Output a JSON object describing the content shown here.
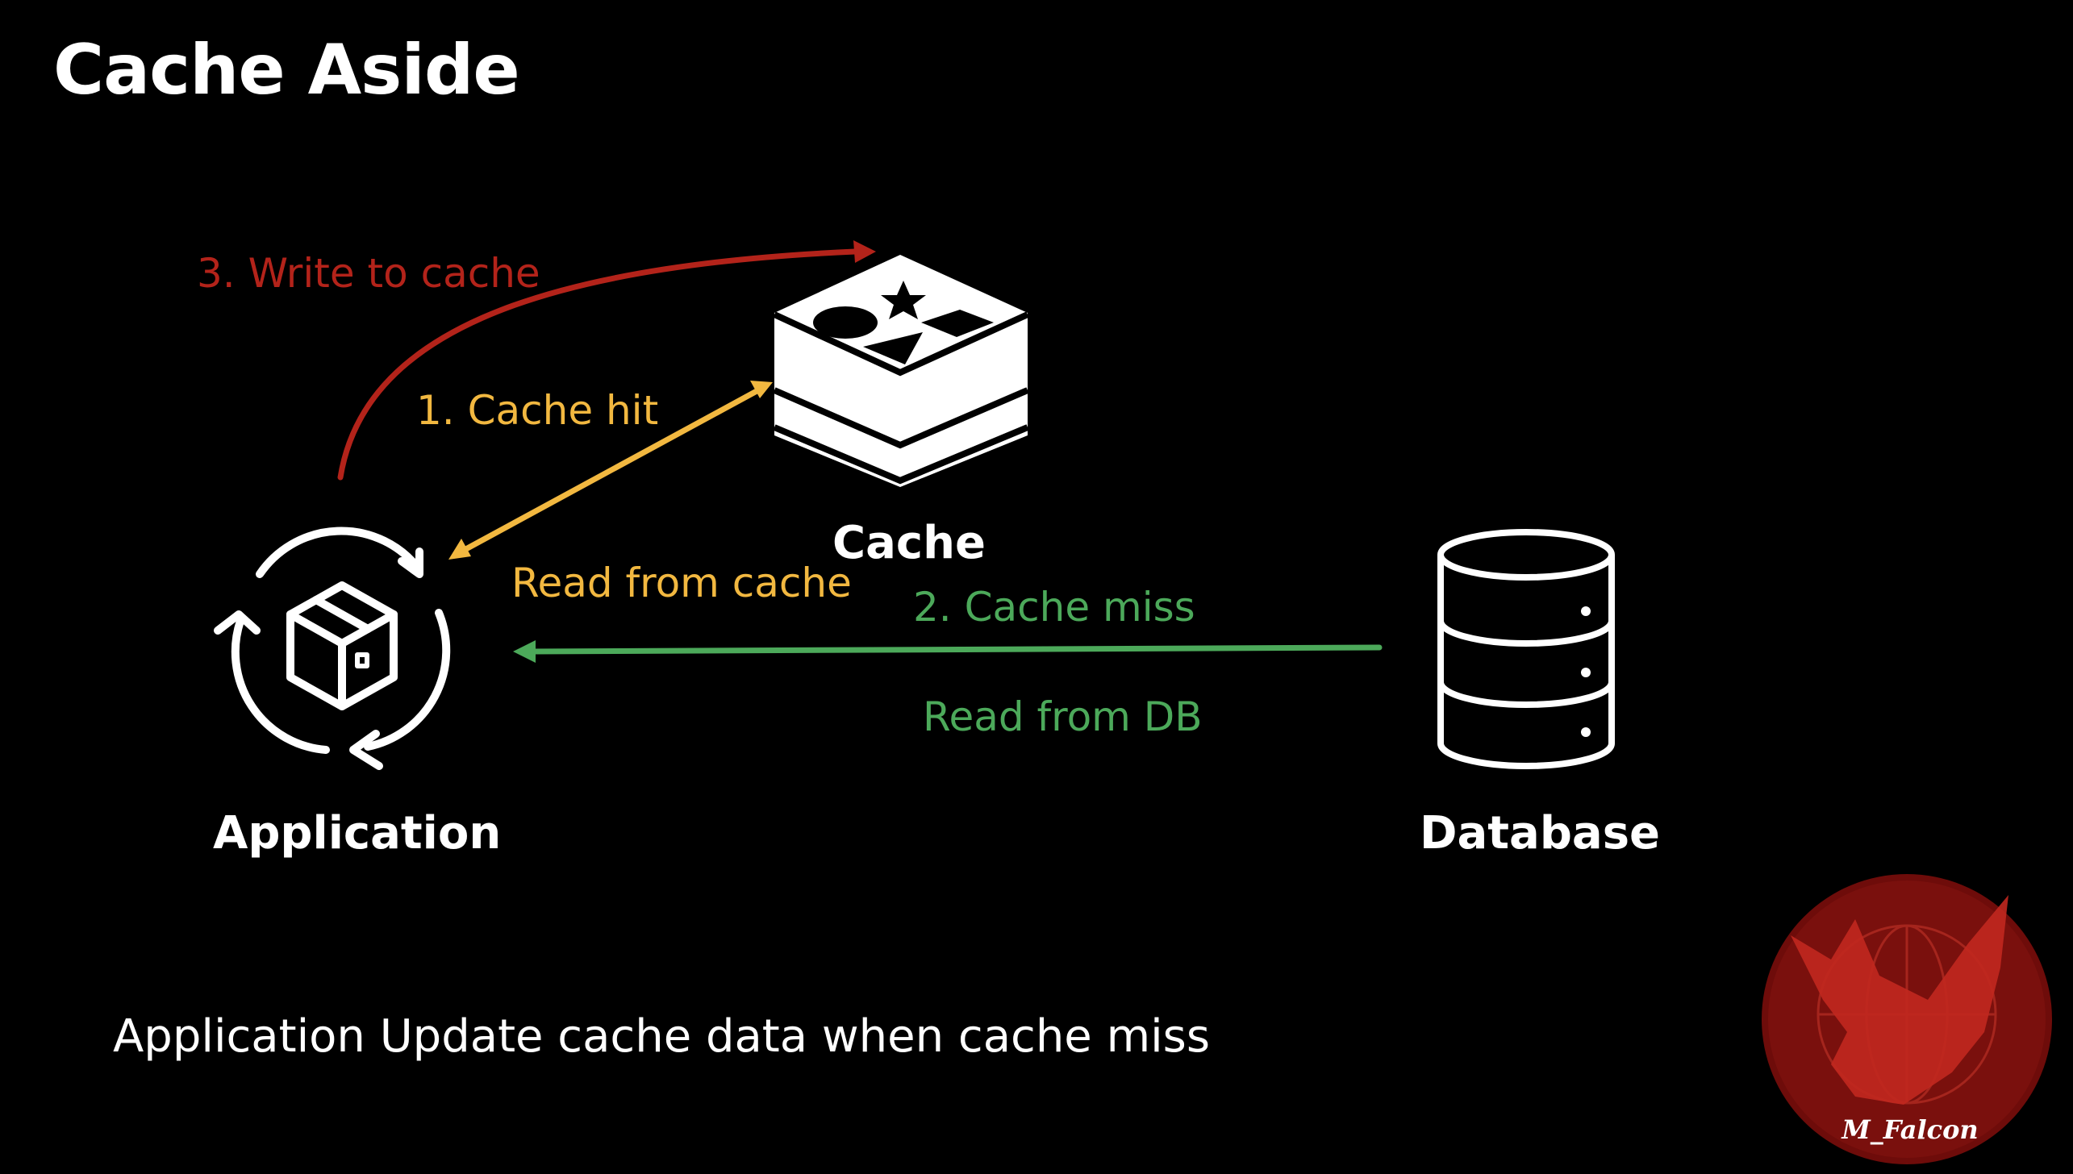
{
  "title": "Cache Aside",
  "nodes": {
    "application": {
      "label": "Application",
      "icon": "app-cycle-box-icon"
    },
    "cache": {
      "label": "Cache",
      "icon": "redis-stack-icon"
    },
    "database": {
      "label": "Database",
      "icon": "database-cylinder-icon"
    }
  },
  "edges": {
    "write_to_cache": {
      "label": "3. Write to cache",
      "color": "#b3231a"
    },
    "cache_hit": {
      "label": "1. Cache hit",
      "sublabel": "Read from cache",
      "color": "#f2b840"
    },
    "cache_miss": {
      "label": "2. Cache miss",
      "sublabel": "Read from DB",
      "color": "#4ca95a"
    }
  },
  "footer": "Application Update cache data when cache miss",
  "watermark": {
    "text": "M_Falcon",
    "color": "#8c1612"
  }
}
